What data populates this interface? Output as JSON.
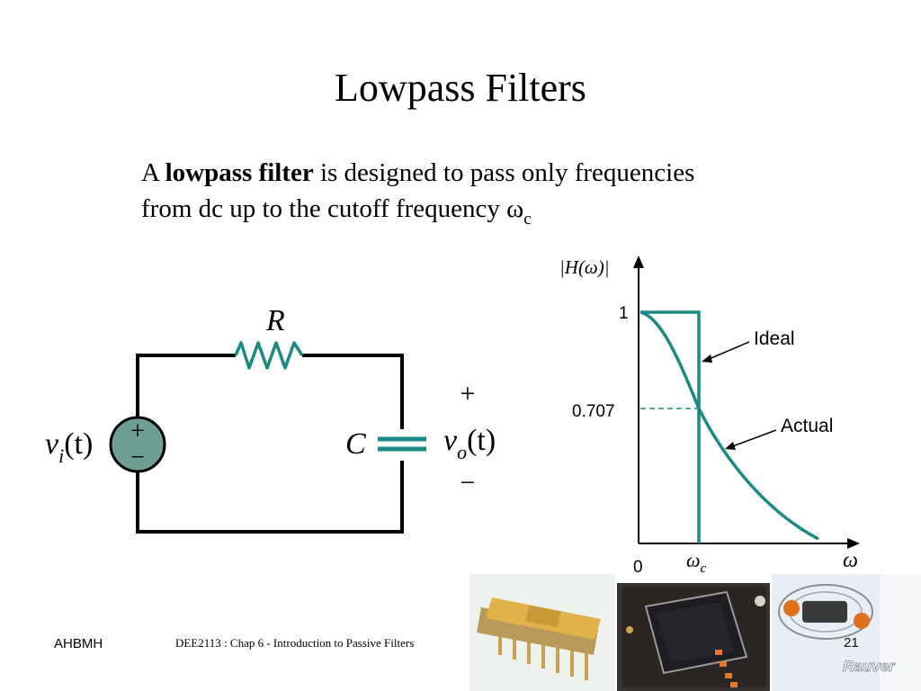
{
  "title": "Lowpass Filters",
  "intro": {
    "prefix": "A ",
    "bold": "lowpass filter",
    "rest1": " is designed to pass only frequencies",
    "line2": "from dc up to the cutoff frequency ω",
    "sub": "c"
  },
  "circuit": {
    "resistor_label": "R",
    "capacitor_label": "C",
    "source_label_main": "v",
    "source_label_sub": "i",
    "source_label_arg": "(t)",
    "output_label_main": "v",
    "output_label_sub": "o",
    "output_label_arg": "(t)",
    "plus": "+",
    "minus": "−",
    "source_plus": "+",
    "source_minus": "−",
    "source_color": "#6f9f92",
    "wire_color": "#000000",
    "component_color": "#1a8a82"
  },
  "graph": {
    "ylabel": "|H(ω)|",
    "y_tick_1": "1",
    "y_tick_0707": "0.707",
    "x_origin": "0",
    "x_cutoff_main": "ω",
    "x_cutoff_sub": "c",
    "x_axis_label": "ω",
    "ideal_label": "Ideal",
    "actual_label": "Actual",
    "curve_color": "#1a8a82"
  },
  "footer": {
    "author": "AHBMH",
    "course": "DEE2113 : Chap 6 - Introduction to Passive Filters",
    "page": "21"
  },
  "decor": {
    "logo_text": "Rauver"
  }
}
